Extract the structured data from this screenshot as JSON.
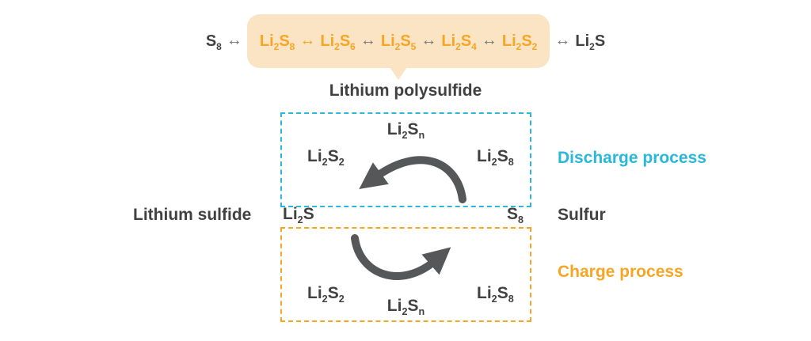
{
  "colors": {
    "orange": "#F6A623",
    "cyan": "#29B7DA",
    "dark": "#414142",
    "chain-arrow-gray": "#77787B",
    "curve-arrow-gray": "#565759",
    "bubble-bg": "#FAE4C3"
  },
  "glyphs": {
    "bidirectional_arrow": "↔"
  },
  "chain": {
    "s8": "S~8~",
    "li2s8": "Li~2~S~8~",
    "li2s6": "Li~2~S~6~",
    "li2s5": "Li~2~S~5~",
    "li2s4": "Li~2~S~4~",
    "li2s2": "Li~2~S~2~",
    "li2s": "Li~2~S"
  },
  "bubble_label": "Lithium polysulfide",
  "discharge_box": {
    "top_formula": "Li~2~S~n~",
    "left_formula": "Li~2~S~2~",
    "right_formula": "Li~2~S~8~",
    "label": "Discharge process"
  },
  "charge_box": {
    "left_formula": "Li~2~S~2~",
    "bottom_formula": "Li~2~S~n~",
    "right_formula": "Li~2~S~8~",
    "label": "Charge process"
  },
  "middle_row": {
    "left_label": "Lithium sulfide",
    "left_formula": "Li~2~S",
    "right_formula": "S~8~",
    "right_label": "Sulfur"
  }
}
